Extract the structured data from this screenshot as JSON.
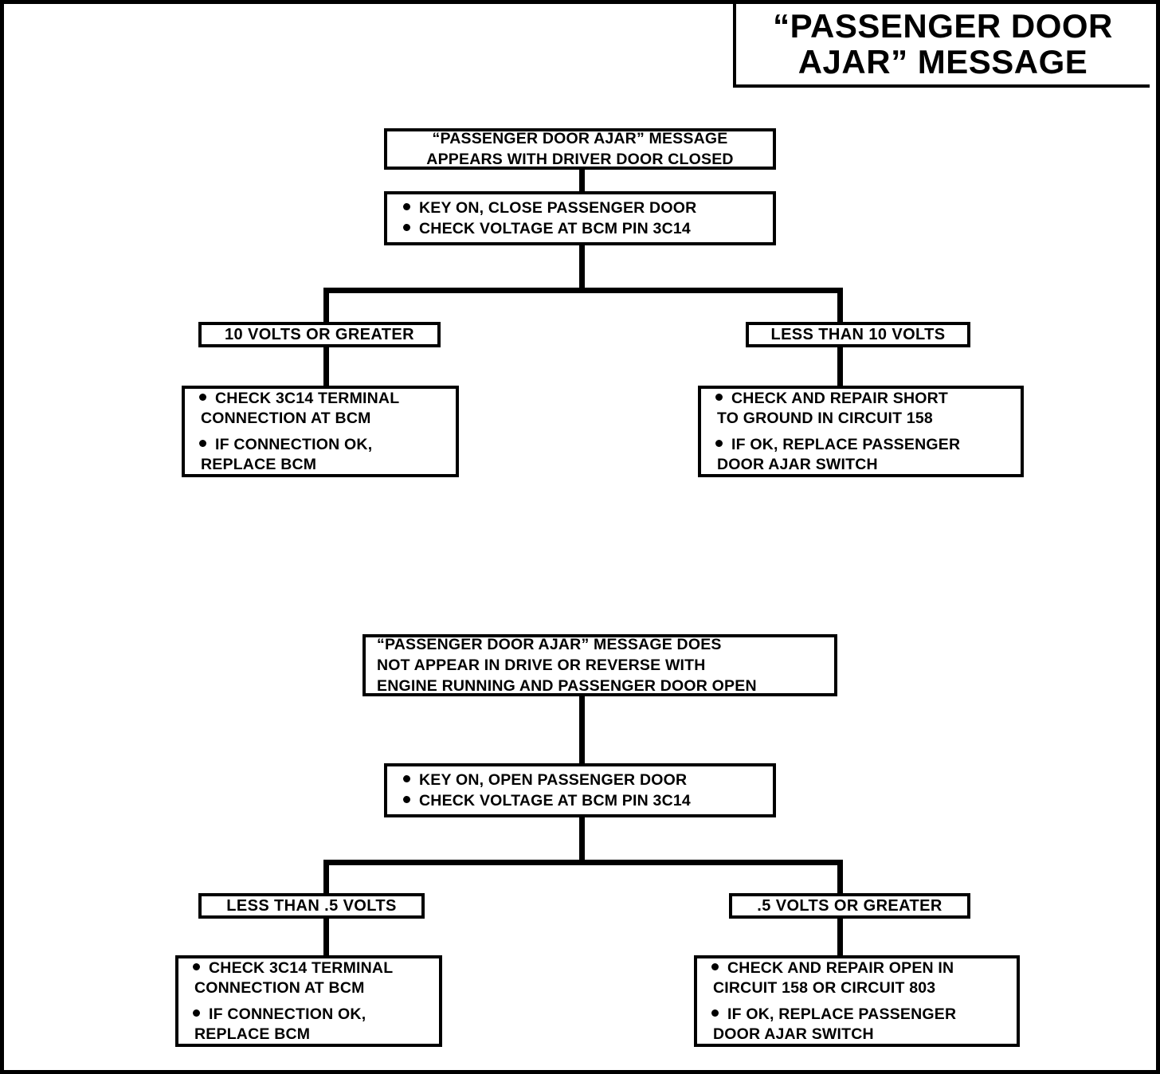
{
  "title": {
    "line1": "“PASSENGER DOOR",
    "line2": "AJAR” MESSAGE"
  },
  "colors": {
    "ink": "#000000",
    "paper": "#ffffff"
  },
  "chart_data": {
    "type": "diagram",
    "title": "“PASSENGER DOOR AJAR” MESSAGE",
    "flowcharts": [
      {
        "id": "chart-1",
        "symptom": [
          "“PASSENGER DOOR AJAR” MESSAGE",
          "APPEARS WITH DRIVER DOOR CLOSED"
        ],
        "test": [
          "KEY ON, CLOSE PASSENGER DOOR",
          "CHECK VOLTAGE AT BCM PIN 3C14"
        ],
        "branches": [
          {
            "label": "10 VOLTS OR GREATER",
            "actions": [
              [
                "CHECK 3C14 TERMINAL",
                "CONNECTION AT BCM"
              ],
              [
                "IF CONNECTION OK,",
                "REPLACE BCM"
              ]
            ]
          },
          {
            "label": "LESS THAN 10 VOLTS",
            "actions": [
              [
                "CHECK AND REPAIR SHORT",
                "TO GROUND IN CIRCUIT 158"
              ],
              [
                "IF OK, REPLACE PASSENGER",
                "DOOR AJAR SWITCH"
              ]
            ]
          }
        ]
      },
      {
        "id": "chart-2",
        "symptom": [
          "“PASSENGER DOOR AJAR” MESSAGE DOES",
          "NOT APPEAR IN DRIVE OR REVERSE WITH",
          "ENGINE RUNNING AND PASSENGER DOOR OPEN"
        ],
        "test": [
          "KEY ON, OPEN PASSENGER DOOR",
          "CHECK VOLTAGE AT BCM PIN 3C14"
        ],
        "branches": [
          {
            "label": "LESS THAN .5 VOLTS",
            "actions": [
              [
                "CHECK 3C14 TERMINAL",
                "CONNECTION AT BCM"
              ],
              [
                "IF CONNECTION OK,",
                "REPLACE BCM"
              ]
            ]
          },
          {
            "label": ".5 VOLTS OR GREATER",
            "actions": [
              [
                "CHECK AND REPAIR OPEN IN",
                "CIRCUIT 158 OR CIRCUIT 803"
              ],
              [
                "IF OK, REPLACE PASSENGER",
                "DOOR AJAR SWITCH"
              ]
            ]
          }
        ]
      }
    ]
  }
}
